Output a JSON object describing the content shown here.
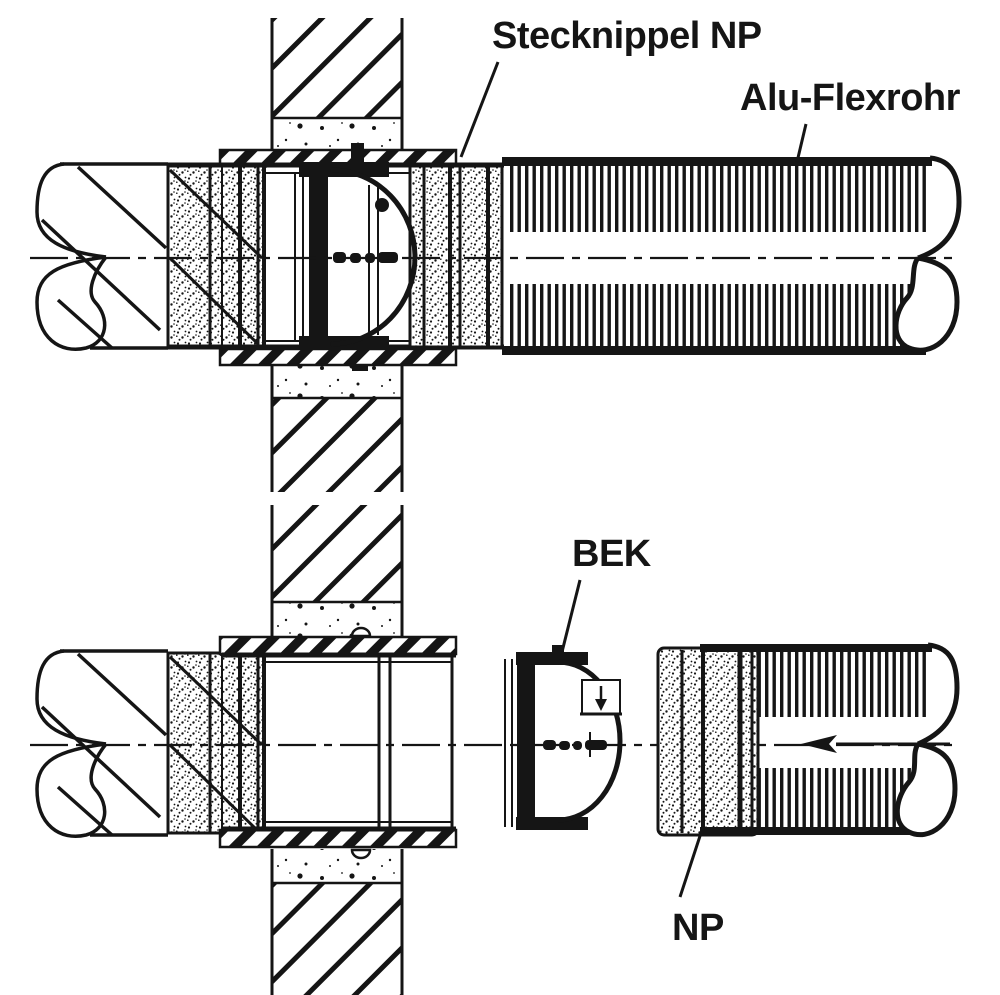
{
  "figure": {
    "kind": "technical-line-drawing",
    "colors": {
      "ink": "#151515",
      "paper": "#ffffff"
    }
  },
  "labels": {
    "stecknippel": "Stecknippel NP",
    "alu_flexrohr": "Alu-Flexrohr",
    "bek": "BEK",
    "np": "NP"
  }
}
